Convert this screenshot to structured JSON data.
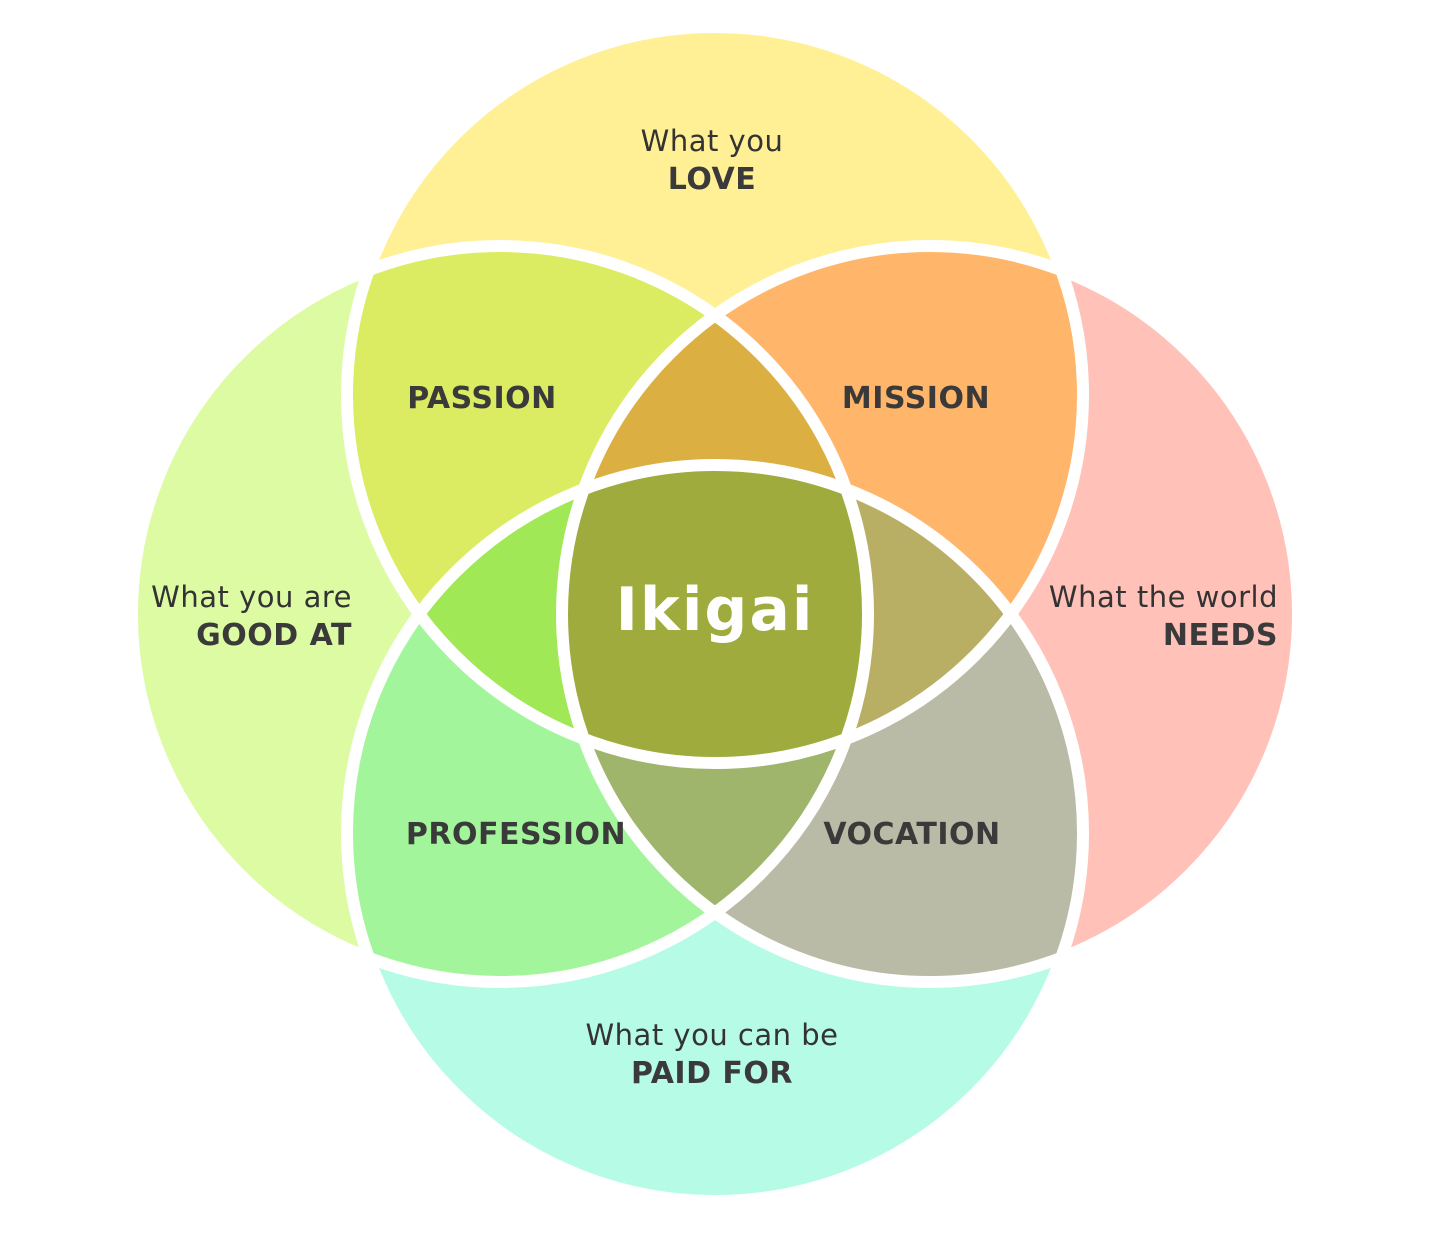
{
  "colors": {
    "love": "#fff096",
    "good_at": "#dcfba2",
    "world_needs": "#ffc1b8",
    "paid_for": "#b5fbe6",
    "passion": "#dbec62",
    "mission": "#ffb56a",
    "profession": "#a3f59b",
    "vocation": "#b9bba6",
    "love_mission_passion": "#dbaf42",
    "passion_profession_good": "#a0e856",
    "mission_vocation_needs": "#b8af64",
    "profession_vocation_paid": "#9fb56c",
    "ikigai": "#9fab3c",
    "stroke": "#ffffff"
  },
  "love": {
    "line1": "What you",
    "line2": "LOVE"
  },
  "good_at": {
    "line1": "What you are",
    "line2": "GOOD AT"
  },
  "world_needs": {
    "line1": "What the world",
    "line2": "NEEDS"
  },
  "paid_for": {
    "line1": "What you can be",
    "line2": "PAID FOR"
  },
  "regions": {
    "passion": "PASSION",
    "mission": "MISSION",
    "profession": "PROFESSION",
    "vocation": "VOCATION"
  },
  "center": {
    "label": "Ikigai"
  }
}
